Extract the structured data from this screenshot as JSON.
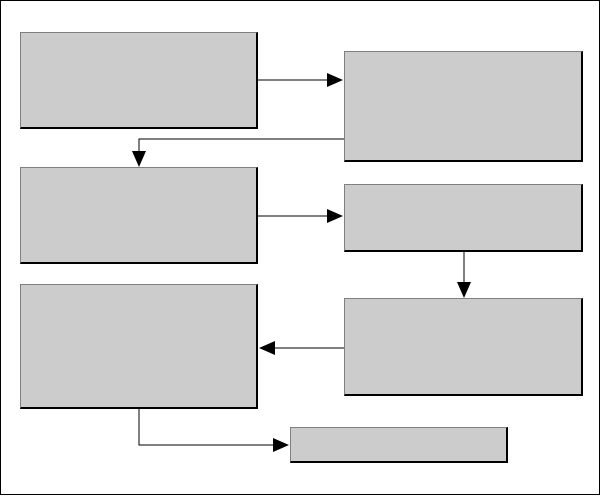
{
  "diagram": {
    "type": "flowchart",
    "box_fill": "#cccccc",
    "line_color": "#000000",
    "nodes": [
      {
        "id": "box-1",
        "label": ""
      },
      {
        "id": "box-2",
        "label": ""
      },
      {
        "id": "box-3",
        "label": ""
      },
      {
        "id": "box-4",
        "label": ""
      },
      {
        "id": "box-5",
        "label": ""
      },
      {
        "id": "box-6",
        "label": ""
      },
      {
        "id": "box-7",
        "label": ""
      }
    ],
    "edges": [
      {
        "from": "box-1",
        "to": "box-2"
      },
      {
        "from": "box-2",
        "to": "box-3"
      },
      {
        "from": "box-3",
        "to": "box-4"
      },
      {
        "from": "box-4",
        "to": "box-6"
      },
      {
        "from": "box-6",
        "to": "box-5"
      },
      {
        "from": "box-5",
        "to": "box-7"
      }
    ]
  }
}
